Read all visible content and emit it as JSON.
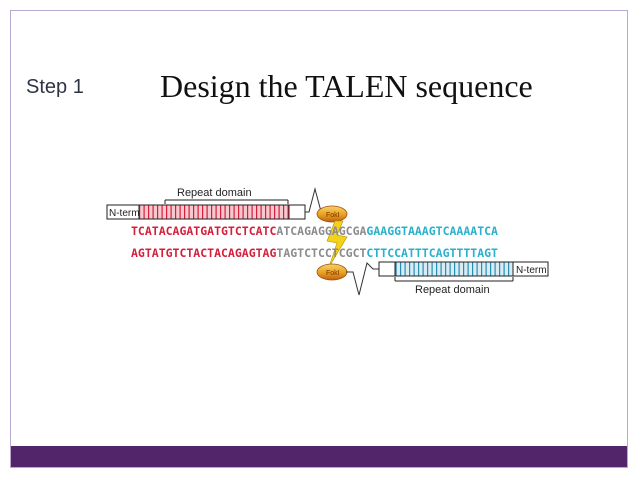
{
  "slide": {
    "step_label": "Step 1",
    "title": "Design the TALEN sequence"
  },
  "diagram": {
    "top_domain_label": "Repeat domain",
    "bottom_domain_label": "Repeat domain",
    "top_nterm": "N-term",
    "bottom_nterm": "N-term",
    "fok_top": "FokI",
    "fok_bottom": "FokI",
    "top_strand": {
      "red": "TCATACAGATGATGTCTCATC",
      "gray": "ATCAGAGGAGCGA",
      "cyan": "GAAGGTAAAGTCAAAATCA"
    },
    "bottom_strand": {
      "red": "AGTATGTCTACTACAGAGTAG",
      "gray": "TAGTCTCCTCGCT",
      "cyan": "CTTCCATTTCAGTTTTAGT"
    },
    "colors": {
      "tale_red": "#d41f3a",
      "spacer_gray": "#8b8b8b",
      "tale_cyan": "#2ab0cc",
      "fok_orange": "#e8a020",
      "cleavage_yellow": "#f3d21a"
    }
  }
}
